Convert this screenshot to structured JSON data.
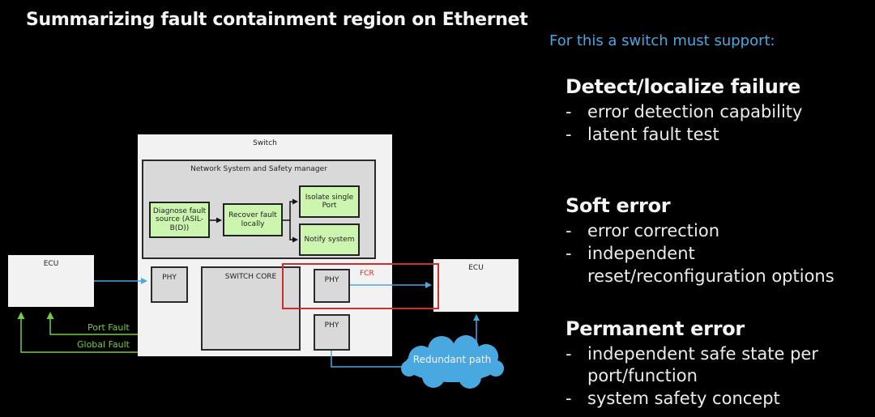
{
  "slide": {
    "title": "Summarizing fault containment region on Ethernet",
    "subtitle": "For this a switch must support:"
  },
  "requirements": [
    {
      "heading": "Detect/localize failure",
      "bullets": [
        "error detection capability",
        "latent fault test"
      ]
    },
    {
      "heading": "Soft error",
      "bullets": [
        "error correction",
        "independent",
        "reset/reconfiguration options"
      ]
    },
    {
      "heading": "Permanent error",
      "bullets": [
        "independent safe state per",
        "port/function",
        "system safety concept"
      ]
    }
  ],
  "diagram": {
    "switch_label": "Switch",
    "manager_label": "Network System and Safety manager",
    "steps": {
      "diagnose": "Diagnose fault source (ASIL-B(D))",
      "recover": "Recover fault locally",
      "isolate": "Isolate single Port",
      "notify": "Notify system"
    },
    "left_ecu_label": "ECU",
    "right_ecu_label": "ECU",
    "phy_label": "PHY",
    "switch_core_label": "SWITCH CORE",
    "fcr_label": "FCR",
    "port_fault_label": "Port Fault",
    "global_fault_label": "Global Fault",
    "redundant_path_label": "Redundant path",
    "colors": {
      "link": "#4aa8e0",
      "fault": "#7ac943",
      "fcr": "#c9302c",
      "step_fill": "#ccf5b0"
    }
  }
}
